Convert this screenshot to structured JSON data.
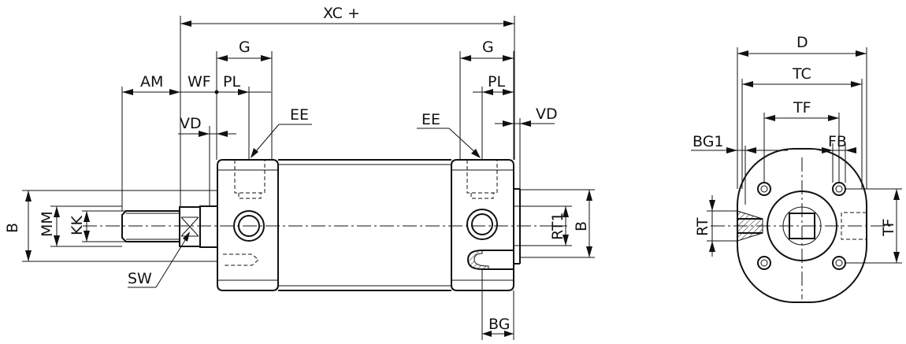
{
  "side_view": {
    "dimensions": {
      "xc": "XC +",
      "g_left": "G",
      "g_right": "G",
      "am": "AM",
      "wf": "WF",
      "pl_left": "PL",
      "pl_right": "PL",
      "vd_left": "VD",
      "vd_right": "VD",
      "ee_left": "EE",
      "ee_right": "EE",
      "b_left": "B",
      "b_right": "B",
      "mm": "MM",
      "kk": "KK",
      "rt1": "RT1",
      "sw": "SW",
      "bg": "BG"
    }
  },
  "end_view": {
    "dimensions": {
      "d": "D",
      "tc": "TC",
      "tf_top": "TF",
      "tf_right": "TF",
      "bg1": "BG1",
      "fb": "FB",
      "rt": "RT"
    }
  }
}
